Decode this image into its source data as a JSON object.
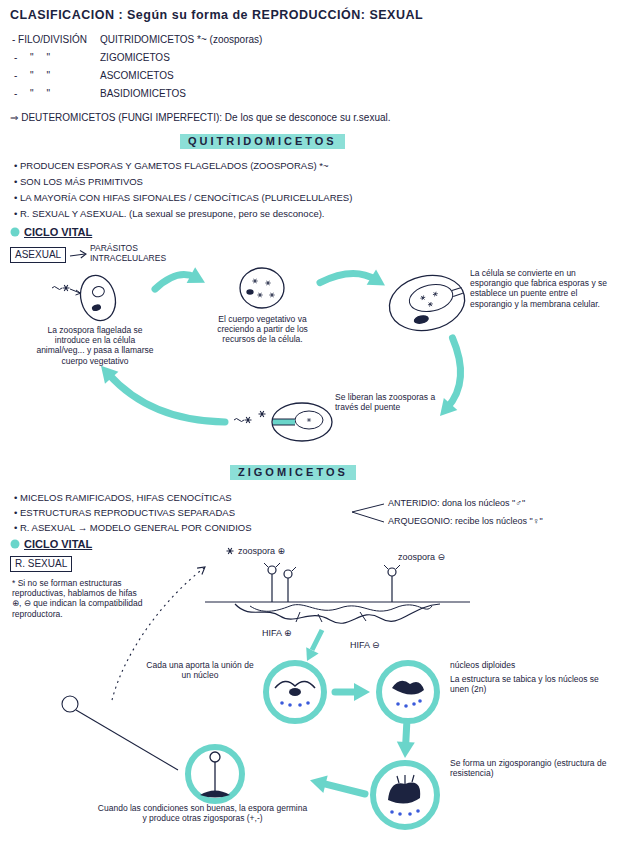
{
  "diagram": {
    "title": "CLASIFICACION : Según su forma de REPRODUCCIÓN: SEXUAL",
    "nodes": [
      {
        "text": [
          "QUITRIDOMICETOS"
        ]
      },
      {
        "text": [
          "ASEXUAL"
        ]
      },
      {
        "text": [
          "La zoospora flagelada se introduce en la célula animal/veg... y pasa a llamarse cuerpo vegetativo"
        ]
      },
      {
        "text": [
          "El cuerpo vegetativo va creciendo a partir de los recursos de la célula."
        ]
      },
      {
        "text": [
          "La célula se convierte en un esporangio que fabrica esporas y se establece un puente entre el esporangio y la membrana celular."
        ]
      },
      {
        "text": [
          "Se liberan las zoosporas a través del puente"
        ]
      },
      {
        "text": [
          "ZIGOMICETOS"
        ]
      },
      {
        "text": [
          "R. SEXUAL"
        ]
      },
      {
        "text": [
          "Cada una aporta la unión de un núcleo"
        ]
      },
      {
        "text": [
          "núcleos diploides",
          "La estructura se tabica y los núcleos se unen (2n)"
        ]
      },
      {
        "text": [
          "Se forma un zigosporangio (estructura de resistencia)"
        ]
      },
      {
        "text": [
          "Cuando las condiciones son buenas, la espora germina y produce otras zigosporas (+,-)"
        ]
      }
    ],
    "edges": [
      {
        "from": 2,
        "to": 3,
        "arrow": "to"
      },
      {
        "from": 3,
        "to": 4,
        "arrow": "to"
      },
      {
        "from": 4,
        "to": 5,
        "arrow": "to"
      },
      {
        "from": 5,
        "to": 2,
        "arrow": "to"
      },
      {
        "from": 8,
        "to": 9,
        "arrow": "to"
      },
      {
        "from": 9,
        "to": 10,
        "arrow": "to"
      },
      {
        "from": 10,
        "to": 11,
        "arrow": "to"
      }
    ],
    "labels": [
      "- FILO/DIVISIÓN",
      "QUITRIDOMICETOS *~ (zoosporas)",
      "- \" \"",
      "ZIGOMICETOS",
      "- \" \"",
      "ASCOMICETOS",
      "- \" \"",
      "BASIDIOMICETOS",
      "⇒ DEUTEROMICETOS (FUNGI IMPERFECTI): De los que se desconoce su r.sexual.",
      "• PRODUCEN ESPORAS Y GAMETOS FLAGELADOS (ZOOSPORAS) *~",
      "• SON LOS MÁS PRIMITIVOS",
      "• LA MAYORÍA CON HIFAS SIFONALES / CENOCÍTICAS (PLURICELULARES)",
      "• R. SEXUAL Y ASEXUAL. (La sexual se presupone, pero se desconoce).",
      "CICLO VITAL",
      "PARÁSITOS INTRACELULARES",
      "• MICELOS RAMIFICADOS, HIFAS CENOCÍTICAS",
      "• ESTRUCTURAS REPRODUCTIVAS SEPARADAS",
      "• R. ASEXUAL → MODELO GENERAL POR CONIDIOS",
      "ANTERIDIO: dona los núcleos \"♂\"",
      "ARQUEGONIO: recibe los núcleos \"♀\"",
      "CICLO VITAL",
      "* Si no se forman estructuras reproductivas, hablamos de hifas ⊕, ⊖ que indican la compatibilidad reproductora.",
      "zoospora ⊕",
      "zoospora ⊖",
      "HIFA ⊕",
      "HIFA ⊖"
    ]
  }
}
